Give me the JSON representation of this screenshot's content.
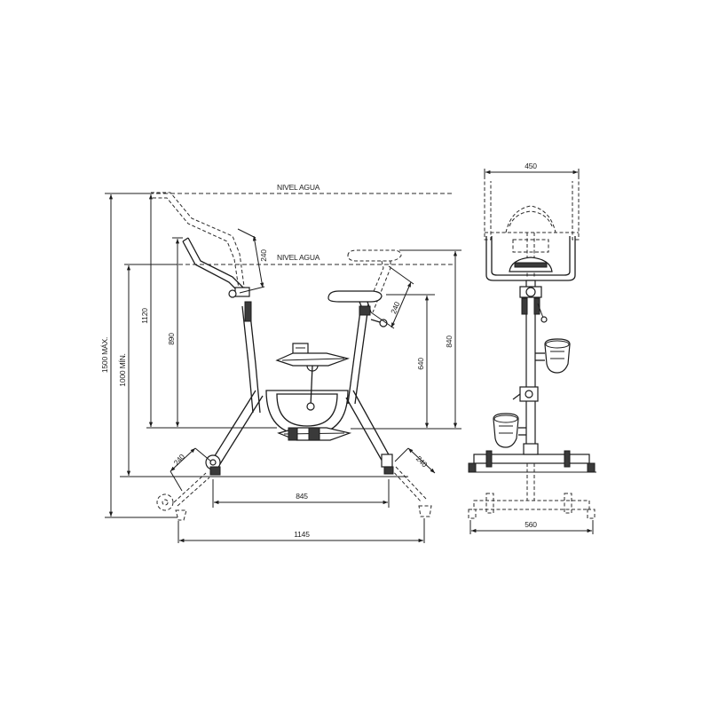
{
  "labels": {
    "water_level_top": "NIVEL AGUA",
    "water_level_bottom": "NIVEL AGUA"
  },
  "dimensions": {
    "max_height": "1500 MÁX.",
    "min_height": "1000 MÍN.",
    "height_1120": "1120",
    "height_890": "890",
    "handlebar_adjust": "240",
    "seat_adjust": "240",
    "height_640": "640",
    "height_840": "840",
    "front_wheel": "240",
    "rear_foot": "240",
    "base_inner": "845",
    "base_total": "1145",
    "front_width": "450",
    "base_width": "560"
  }
}
